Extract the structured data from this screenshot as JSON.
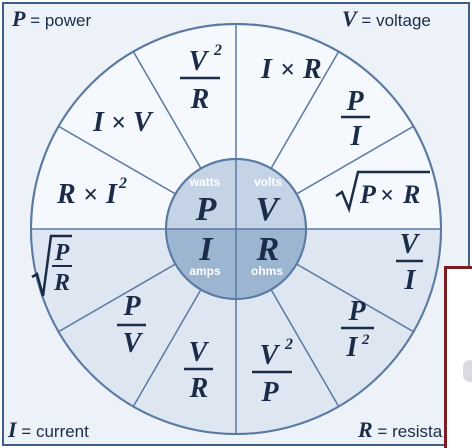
{
  "corners": {
    "top_left": {
      "symbol": "P",
      "text": "= power"
    },
    "top_right": {
      "symbol": "V",
      "text": "= voltage"
    },
    "bottom_left": {
      "symbol": "I",
      "text": "= current"
    },
    "bottom_right": {
      "symbol": "R",
      "text": "= resista"
    }
  },
  "center": {
    "p": {
      "unit": "watts",
      "symbol": "P"
    },
    "v": {
      "unit": "volts",
      "symbol": "V"
    },
    "i": {
      "unit": "amps",
      "symbol": "I"
    },
    "r": {
      "unit": "ohms",
      "symbol": "R"
    }
  },
  "formulas": {
    "v_over_i": {
      "num": "V",
      "den": "I"
    },
    "p_over_i2": {
      "num": "P",
      "den": "I",
      "den_exp": "2"
    },
    "v2_over_p": {
      "num": "V",
      "num_exp": "2",
      "den": "P"
    },
    "v_over_r": {
      "num": "V",
      "den": "R"
    },
    "p_over_v": {
      "num": "P",
      "den": "V"
    },
    "sqrt_p_over_r": {
      "num": "P",
      "den": "R"
    },
    "r_times_i2": {
      "a": "R",
      "op": "×",
      "b": "I",
      "exp": "2"
    },
    "i_times_v": {
      "a": "I",
      "op": "×",
      "b": "V"
    },
    "v2_over_r": {
      "num": "V",
      "num_exp": "2",
      "den": "R"
    },
    "i_times_r": {
      "a": "I",
      "op": "×",
      "b": "R"
    },
    "p_over_i": {
      "num": "P",
      "den": "I"
    },
    "sqrt_p_times_r": {
      "a": "P",
      "op": "×",
      "b": "R"
    }
  },
  "colors": {
    "outer_light": "#f5f8fc",
    "outer_dark": "#dde6f1",
    "inner_light": "#c4d4e6",
    "inner_dark": "#9cb5d1",
    "line": "#5a7aa3",
    "text": "#1b2c49",
    "frame": "#3e5f86",
    "overlay_border": "#7a1e22"
  }
}
